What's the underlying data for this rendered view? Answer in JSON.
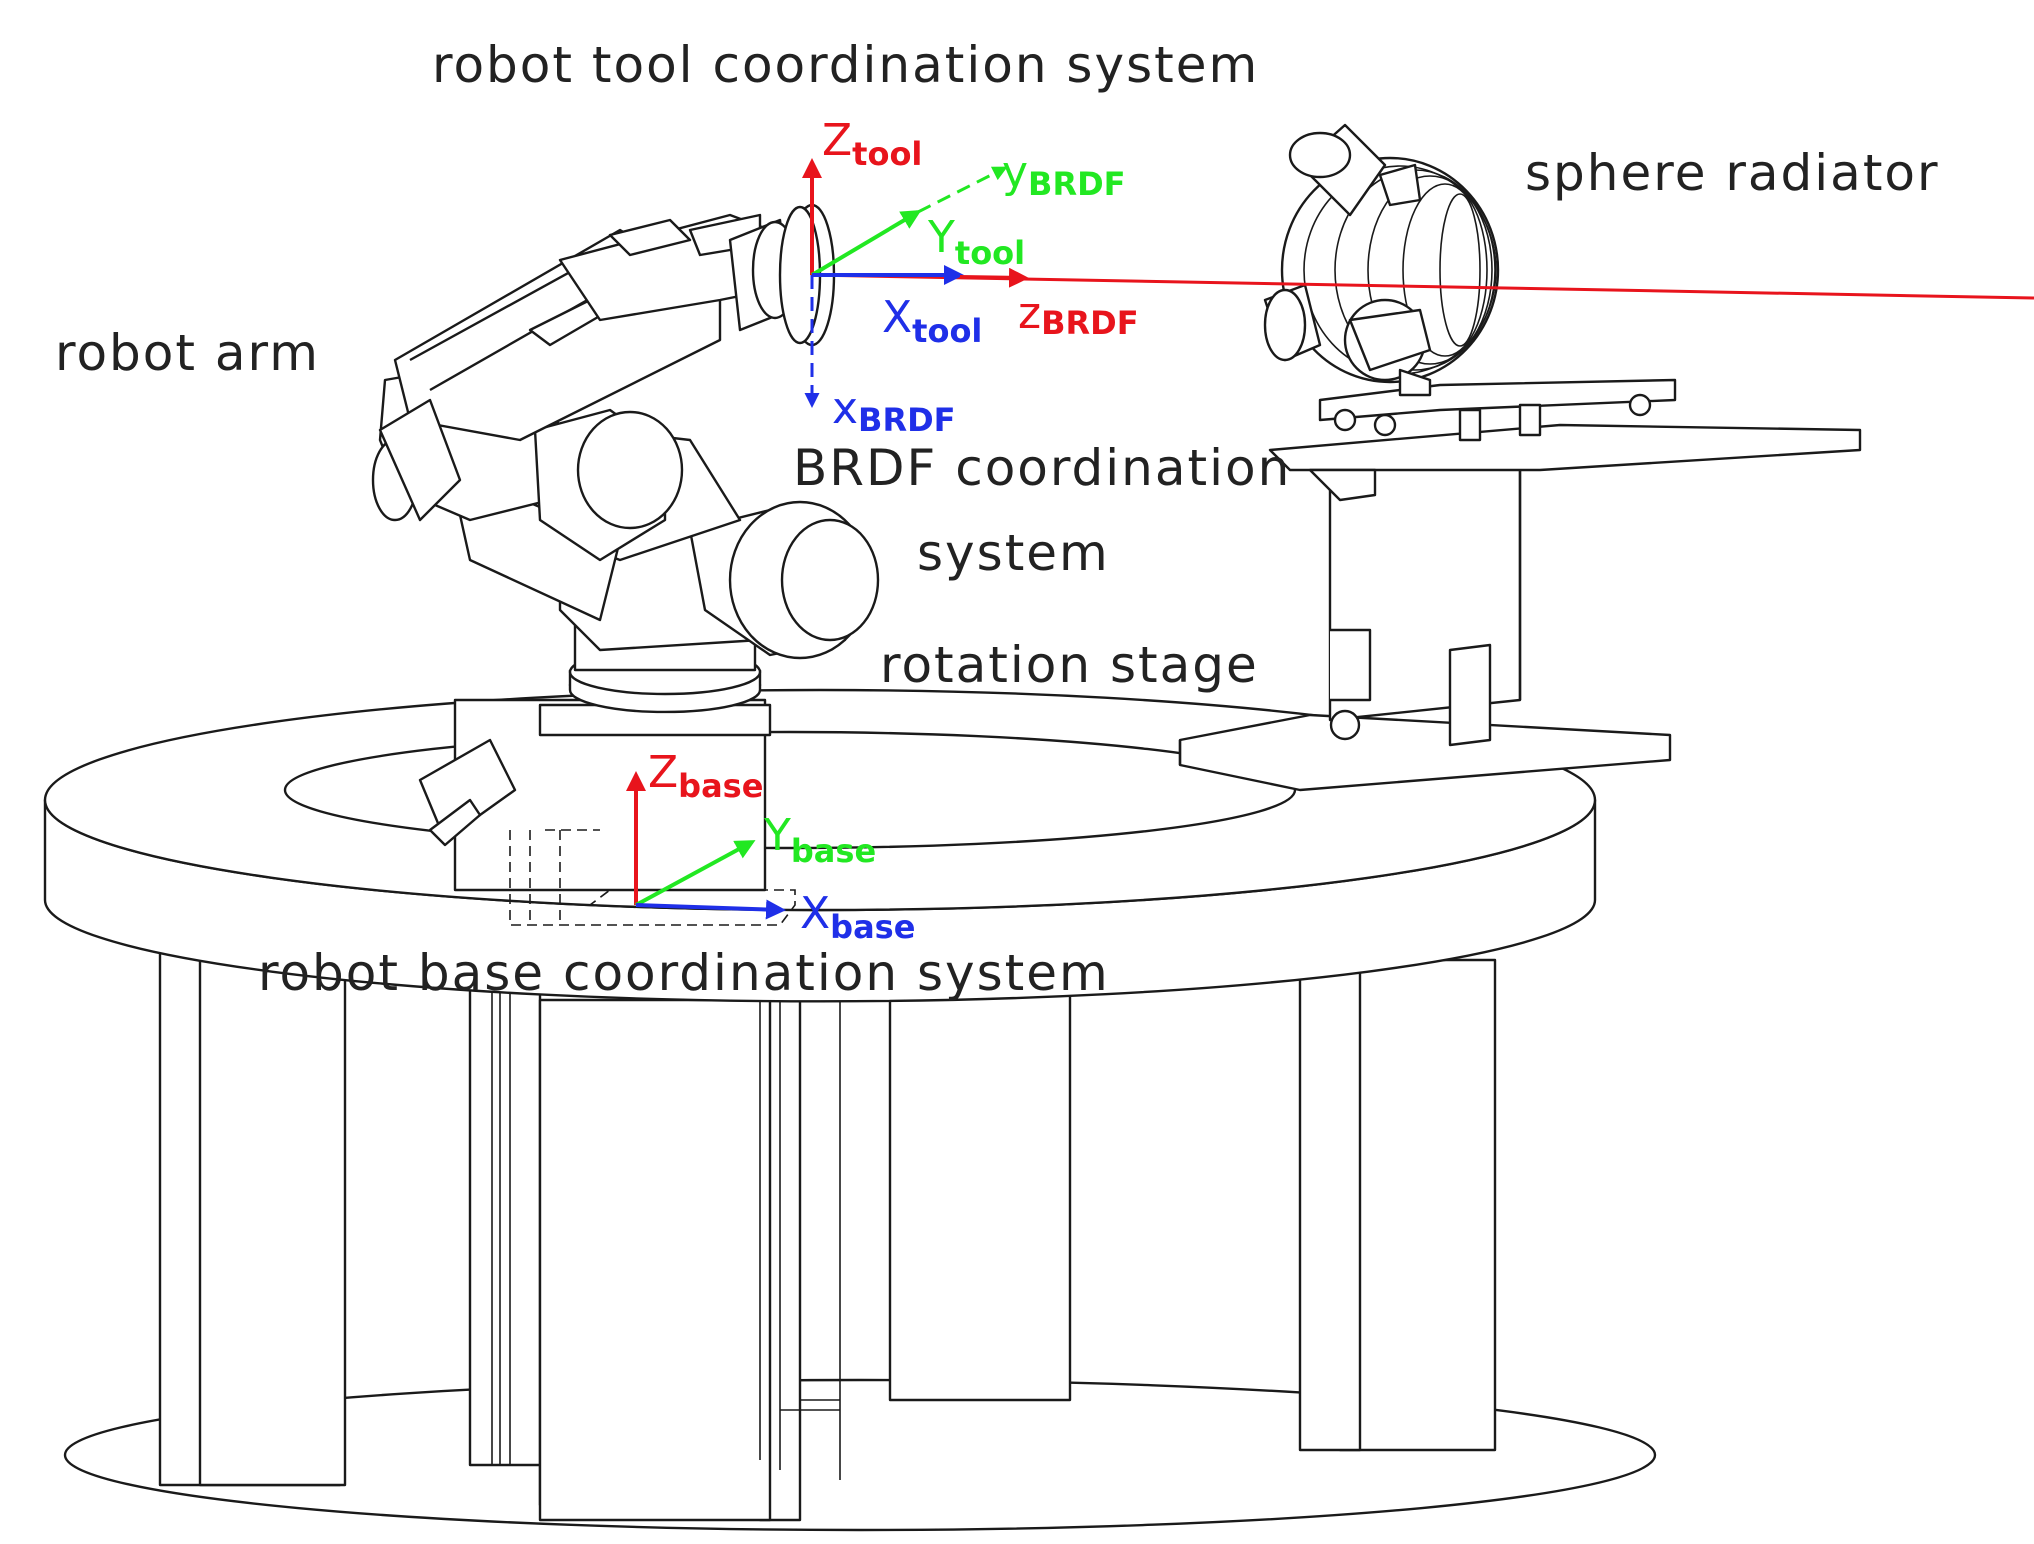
{
  "captions": {
    "robot_tool": "robot tool coordination system",
    "sphere_radiator": "sphere radiator",
    "robot_arm": "robot arm",
    "brdf_line1": "BRDF coordination",
    "brdf_line2": "system",
    "rotation_stage": "rotation stage",
    "robot_base": "robot base coordination system"
  },
  "axes": {
    "z_tool": {
      "main": "Z",
      "sub": "tool"
    },
    "y_brdf": {
      "main": "y",
      "sub": "BRDF"
    },
    "y_tool": {
      "main": "Y",
      "sub": "tool"
    },
    "x_tool": {
      "main": "X",
      "sub": "tool"
    },
    "z_brdf": {
      "main": "z",
      "sub": "BRDF"
    },
    "x_brdf": {
      "main": "x",
      "sub": "BRDF"
    },
    "z_base": {
      "main": "Z",
      "sub": "base"
    },
    "y_base": {
      "main": "Y",
      "sub": "base"
    },
    "x_base": {
      "main": "X",
      "sub": "base"
    }
  },
  "colors": {
    "z_axis": "#e8141c",
    "y_axis": "#22e822",
    "x_axis": "#1f2fe8",
    "beam": "#e8141c",
    "line_art": "#1a1a1a"
  }
}
